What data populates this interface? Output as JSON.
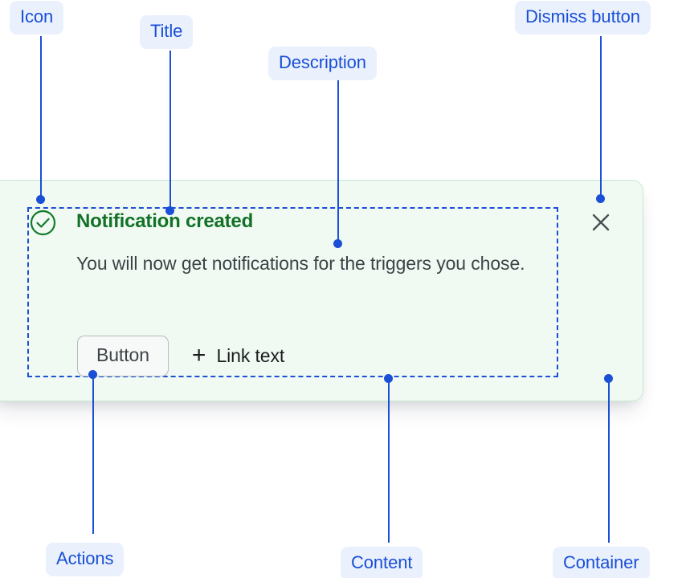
{
  "notification": {
    "title": "Notification created",
    "description": "You will now get notifications for the triggers you chose.",
    "icon": "circle-check-icon",
    "dismiss_icon": "close-icon",
    "actions": {
      "button_label": "Button",
      "link_icon": "plus-icon",
      "link_label": "Link text"
    },
    "colors": {
      "container_background": "#f0faf2",
      "container_border": "#c9e9d2",
      "title": "#127127",
      "description": "#3d4448",
      "icon": "#137a2d",
      "dismiss": "#4a4f53",
      "button_background": "#f7f8f8",
      "button_border": "#b5bcc0"
    }
  },
  "annotations": {
    "accent_color": "#1a4fd6",
    "label_background": "#eaf1fd",
    "items": [
      {
        "key": "icon",
        "label": "Icon"
      },
      {
        "key": "title",
        "label": "Title"
      },
      {
        "key": "description",
        "label": "Description"
      },
      {
        "key": "dismiss_button",
        "label": "Dismiss button"
      },
      {
        "key": "actions",
        "label": "Actions"
      },
      {
        "key": "content",
        "label": "Content"
      },
      {
        "key": "container",
        "label": "Container"
      }
    ]
  }
}
